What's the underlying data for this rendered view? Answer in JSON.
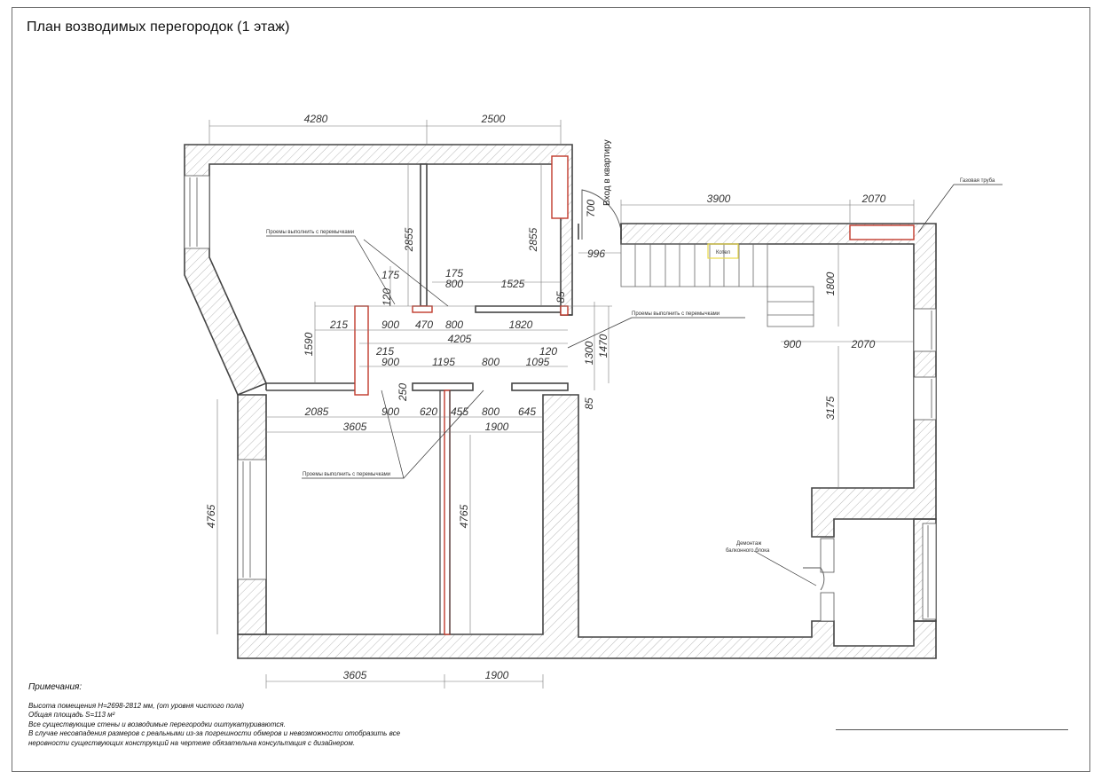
{
  "title": "План возводимых перегородок  (1 этаж)",
  "labels": {
    "entrance": "Вход в квартиру",
    "openings": "Проемы выполнить с перемычками",
    "gas_pipe": "Газовая труба",
    "boiler": "Котел",
    "balcony_demolition_1": "Демонтаж",
    "balcony_demolition_2": "балконного блока"
  },
  "dimensions": {
    "top_left": "4280",
    "top_mid": "2500",
    "top_right_a": "3900",
    "top_right_b": "2070",
    "room1_height": "2855",
    "room2_height": "2855",
    "door_700": "700",
    "door_996": "996",
    "d175a": "175",
    "d175b": "175",
    "d120a": "120",
    "d800a": "800",
    "d1525": "1525",
    "d215a": "215",
    "d900a": "900",
    "d470": "470",
    "d800b": "800",
    "d1820": "1820",
    "d85a": "85",
    "d1590": "1590",
    "d4205": "4205",
    "d120b": "120",
    "d1300": "1300",
    "d1470": "1470",
    "d215b": "215",
    "d900b": "900",
    "d1195": "1195",
    "d800c": "800",
    "d1095": "1095",
    "d250": "250",
    "d2085": "2085",
    "d900c": "900",
    "d620": "620",
    "d455": "455",
    "d800d": "800",
    "d645": "645",
    "d85b": "85",
    "d3605a": "3605",
    "d1900a": "1900",
    "d4765a": "4765",
    "d4765b": "4765",
    "d1800": "1800",
    "d900d": "900",
    "d2070b": "2070",
    "d3175": "3175",
    "bottom_left": "3605",
    "bottom_right": "1900"
  },
  "notes": {
    "heading": "Примечания:",
    "lines": [
      "Высота помещения H=2698-2812 мм, (от уровня чистого пола)",
      "Общая площадь S=113 м²",
      "Все существующие стены и возводимые перегородки оштукатуриваются.",
      "В случае несовпадения размеров с реальными из-за погрешности обмеров и невозможности отобразить все",
      "неровности существующих конструкций на чертеже обязательна консультация с дизайнером."
    ]
  },
  "colors": {
    "wall": "#444444",
    "new_partition": "#c0392b",
    "boiler": "#e8d84a"
  }
}
